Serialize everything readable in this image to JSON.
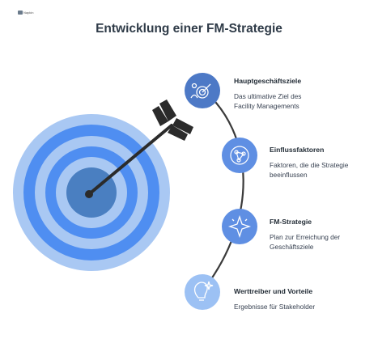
{
  "title": "Entwicklung einer FM-Strategie",
  "logo_text": "Napkin",
  "colors": {
    "ring_outer": "#a9c8f3",
    "ring_mid": "#4f8ef1",
    "ring_inner": "#4a7fc1",
    "arrow": "#2b2b2b",
    "icon_dark": "#4d79c6",
    "icon_mid": "#5f8fe3",
    "icon_light": "#9cc1f4"
  },
  "items": [
    {
      "icon": "goal-target-person-icon",
      "title": "Hauptgeschäftsziele",
      "desc_lines": [
        "Das ultimative Ziel des",
        "Facility Managements"
      ]
    },
    {
      "icon": "network-nodes-icon",
      "title": "Einflussfaktoren",
      "desc_lines": [
        "Faktoren, die die Strategie",
        "beeinflussen"
      ]
    },
    {
      "icon": "sparkle-star-icon",
      "title": "FM-Strategie",
      "desc_lines": [
        "Plan zur Erreichung der",
        "Geschäftsziele"
      ]
    },
    {
      "icon": "lightbulb-icon",
      "title": "Werttreiber und Vorteile",
      "desc_lines": [
        "Ergebnisse für Stakeholder"
      ]
    }
  ]
}
